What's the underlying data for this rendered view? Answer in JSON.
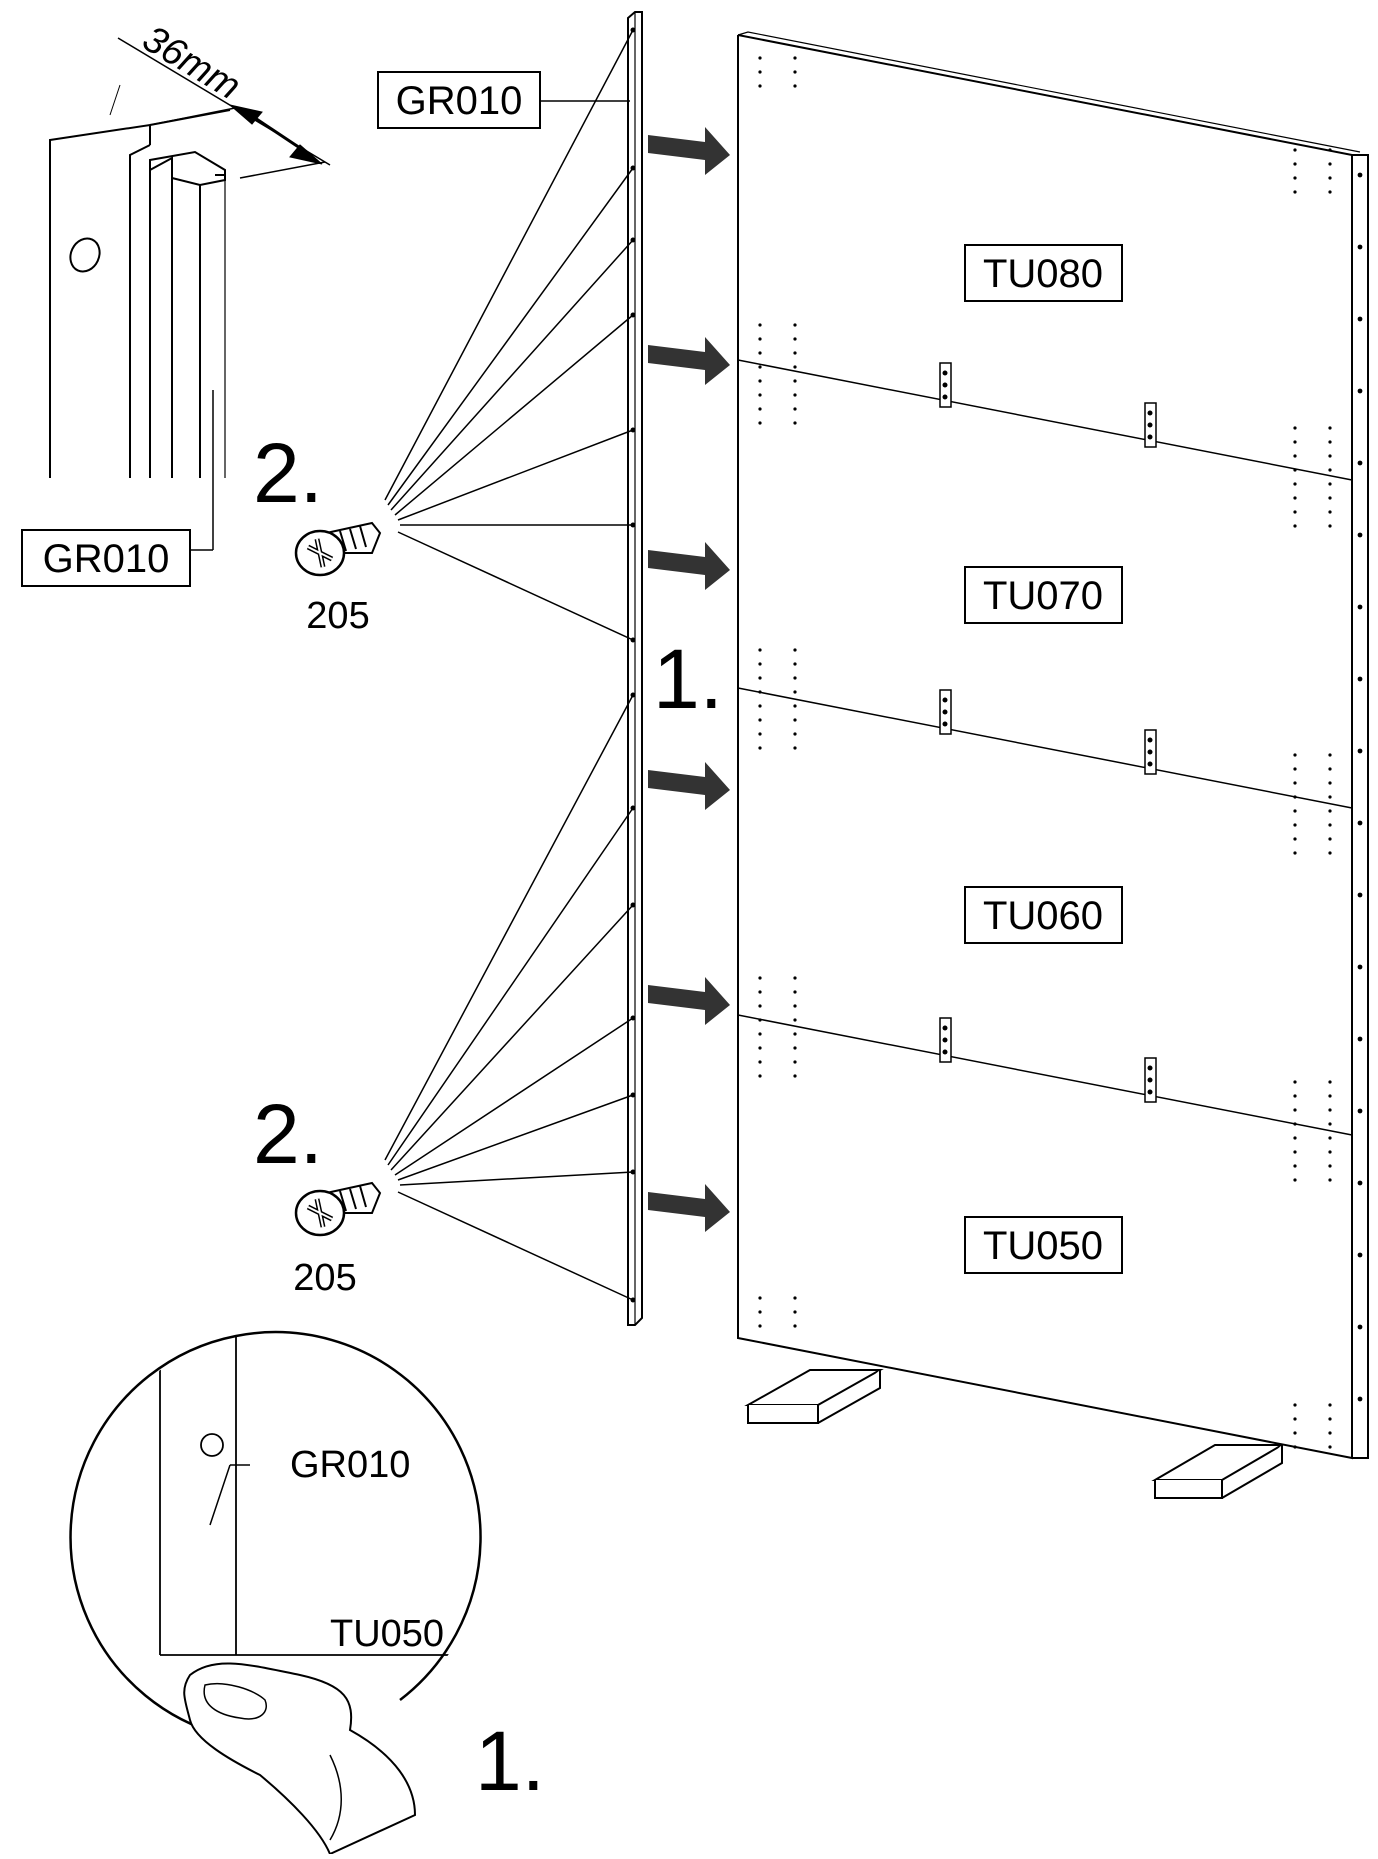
{
  "dimension": {
    "value": "36mm"
  },
  "parts": {
    "rail": "GR010",
    "panels": [
      "TU080",
      "TU070",
      "TU060",
      "TU050"
    ],
    "screw": "205"
  },
  "labels": {
    "profile_detail": "GR010",
    "rail_callout": "GR010",
    "circle_rail": "GR010",
    "circle_panel": "TU050"
  },
  "steps": {
    "step1": "1.",
    "step2_top": "2.",
    "step2_bottom": "2.",
    "step1_detail": "1."
  },
  "screws": {
    "top_qty": "205",
    "bottom_qty": "205"
  }
}
